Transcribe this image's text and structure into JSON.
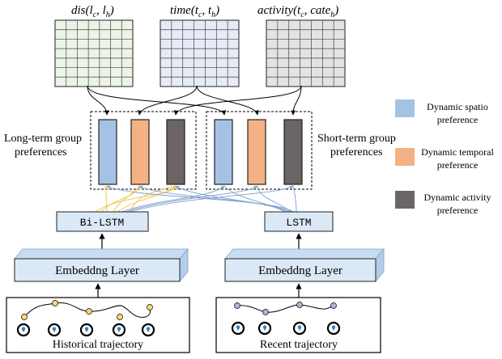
{
  "matrices": {
    "dis": {
      "label": "dis(l",
      "sub1": "c",
      "mid": ", l",
      "sub2": "h",
      "end": ")"
    },
    "time": {
      "label": "time(t",
      "sub1": "c",
      "mid": ", t",
      "sub2": "h",
      "end": ")"
    },
    "activity": {
      "label": "activity(t",
      "sub1": "c",
      "mid": ", cate",
      "sub2": "h",
      "end": ")"
    }
  },
  "groups": {
    "long_term": {
      "line1": "Long-term group",
      "line2": "preferences"
    },
    "short_term": {
      "line1": "Short-term group",
      "line2": "preferences"
    }
  },
  "encoders": {
    "left": "Bi-LSTM",
    "right": "LSTM"
  },
  "embedding": {
    "left": "Embeddng Layer",
    "right": "Embeddng Layer"
  },
  "trajectories": {
    "left": "Historical trajectory",
    "right": "Recent trajectory"
  },
  "legend": [
    {
      "line1": "Dynamic spatio",
      "line2": "preference",
      "color": "#a4c2e4"
    },
    {
      "line1": "Dynamic temporal",
      "line2": "preference",
      "color": "#f4b183"
    },
    {
      "line1": "Dynamic activity",
      "line2": "preference",
      "color": "#6b6565"
    }
  ],
  "colors": {
    "matrix_dis": "#ebf4e6",
    "matrix_time": "#e6ebf6",
    "matrix_activity": "#e3e3e3",
    "spatio": "#a4c2e4",
    "temporal": "#f4b183",
    "activity": "#6b6565",
    "embed": "#dbe8f6",
    "hist_point": "#f7d774",
    "recent_point": "#a4b8d8"
  }
}
